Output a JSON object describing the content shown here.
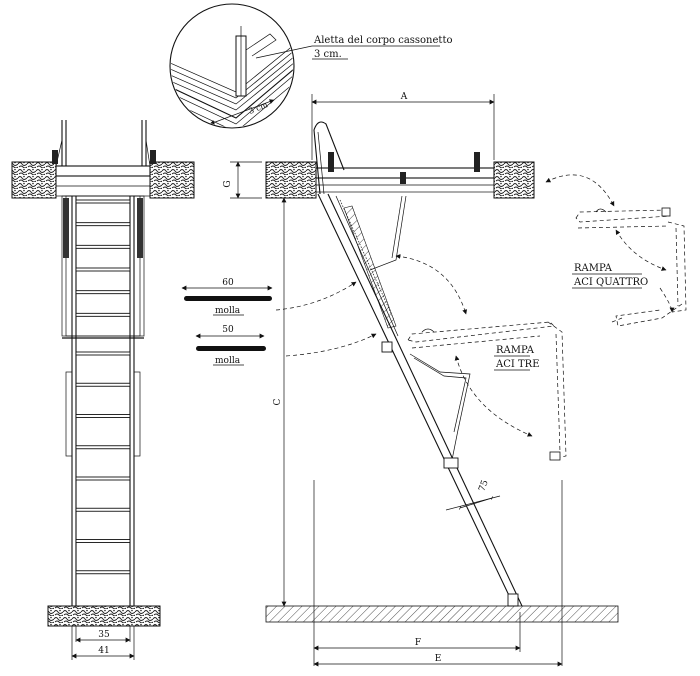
{
  "labels": {
    "aletta_title": "Aletta del corpo cassonetto",
    "aletta_value": "3 cm.",
    "detail_dim": "3 cm",
    "dim_a": "A",
    "dim_g": "G",
    "dim_c": "C",
    "dim_f": "F",
    "dim_e": "E",
    "dim_35": "35",
    "dim_41": "41",
    "spring_60_len": "60",
    "spring_60_name": "molla",
    "spring_50_len": "50",
    "spring_50_name": "molla",
    "rampa3_title": "RAMPA",
    "rampa3_sub": "ACI TRE",
    "rampa4_title": "RAMPA",
    "rampa4_sub": "ACI QUATTRO",
    "angle_75": "75"
  },
  "ladder": {
    "upper_rungs": 6,
    "lower_rungs": 8
  }
}
